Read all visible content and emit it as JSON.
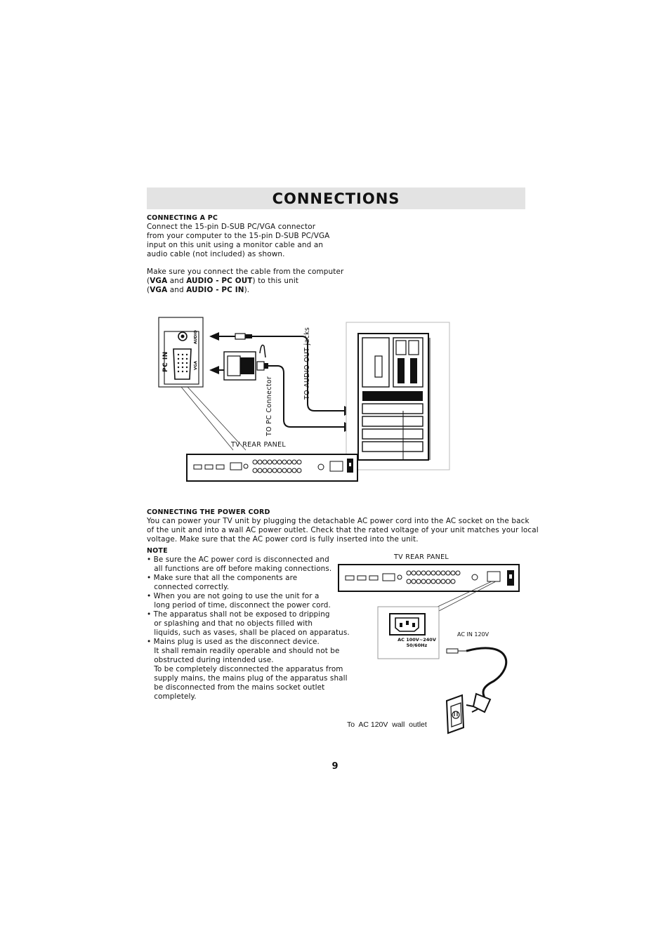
{
  "page": {
    "title": "CONNECTIONS",
    "page_number": "9"
  },
  "pc_section": {
    "heading": "CONNECTING A PC",
    "para1": [
      "Connect the 15-pin D-SUB PC/VGA connector",
      "from your computer to the 15-pin D-SUB PC/VGA",
      "input on this unit using a monitor cable and an",
      "audio cable (not included) as shown."
    ],
    "para2_line1": "Make sure you connect the cable from the computer",
    "para2_line2": {
      "open": "(",
      "vga": "VGA",
      "and": " and ",
      "audio": "AUDIO - PC OUT",
      "rest": ") to this unit"
    },
    "para2_line3": {
      "open": "(",
      "vga": "VGA",
      "and": " and ",
      "audio": "AUDIO - PC IN",
      "rest": ")."
    }
  },
  "pc_diagram": {
    "pc_in_label": "PC IN",
    "audio_label": "AUDIO",
    "vga_label": "VGA",
    "to_audio_out": "TO AUDIO OUT jacks",
    "to_pc_connector": "TO PC Connector",
    "tv_rear_panel": "TV REAR PANEL"
  },
  "power_section": {
    "heading": "CONNECTING THE POWER CORD",
    "para": [
      "You can power your TV unit by plugging the detachable AC power cord into the AC socket on the back",
      "of the unit and into a wall AC power outlet. Check that the rated voltage of your unit matches your local",
      "voltage. Make sure that the AC power cord is fully inserted into the unit."
    ],
    "note_heading": "NOTE",
    "notes": [
      "• Be sure the AC power cord is disconnected and",
      "   all functions are off before making connections.",
      "• Make sure that all the components are",
      "   connected correctly.",
      "• When you are not going to use the unit for a",
      "   long period of time, disconnect the power cord.",
      "• The apparatus shall not be exposed to dripping",
      "   or splashing and that no objects filled with",
      "   liquids, such as vases, shall be placed on apparatus.",
      "• Mains plug is used as the disconnect device.",
      "   It shall remain readily operable and should not be",
      "   obstructed during intended use.",
      "   To be completely disconnected the apparatus from",
      "   supply mains, the mains plug of the apparatus shall",
      "   be disconnected from the mains socket outlet",
      "   completely."
    ]
  },
  "power_diagram": {
    "tv_rear_panel": "TV REAR PANEL",
    "ac_rating_line1": "AC 100V~240V",
    "ac_rating_line2": "50/60Hz",
    "ac_in": "AC IN 120V",
    "wall_outlet": "To  AC 120V  wall  outlet"
  }
}
